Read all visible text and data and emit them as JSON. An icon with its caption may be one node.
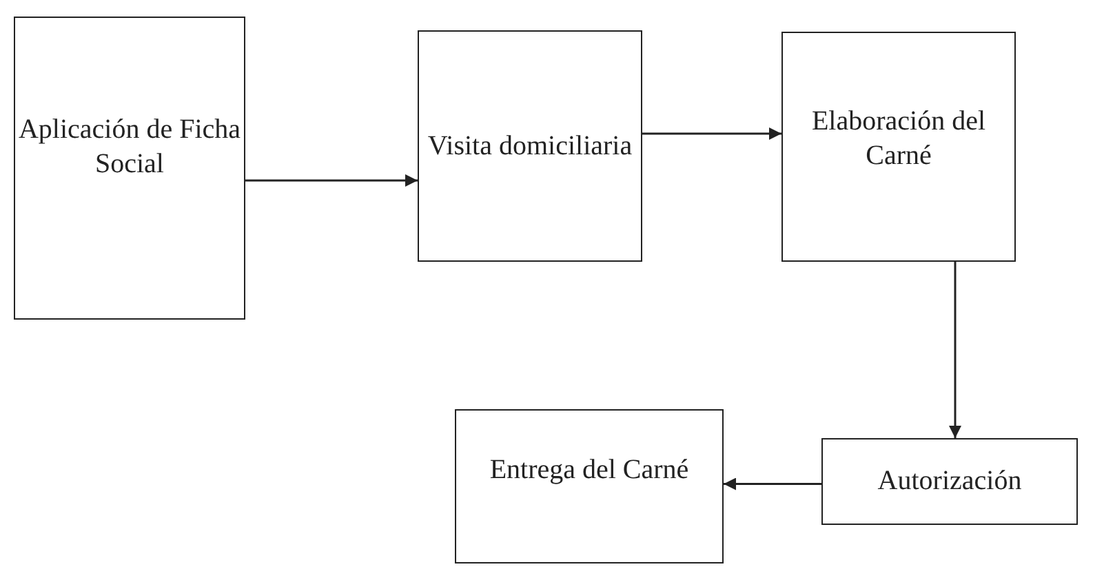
{
  "diagram": {
    "nodes": [
      {
        "text": [
          "Aplicación de Ficha Social"
        ]
      },
      {
        "text": [
          "Visita domiciliaria"
        ]
      },
      {
        "text": [
          "Elaboración del Carné"
        ]
      },
      {
        "text": [
          "Entrega del Carné"
        ]
      },
      {
        "text": [
          "Autorización"
        ]
      }
    ],
    "edges": [
      {
        "from": 0,
        "to": 1,
        "arrow": "to"
      },
      {
        "from": 1,
        "to": 2,
        "arrow": "to"
      },
      {
        "from": 2,
        "to": 4,
        "arrow": "to"
      },
      {
        "from": 4,
        "to": 3,
        "arrow": "to"
      }
    ]
  }
}
